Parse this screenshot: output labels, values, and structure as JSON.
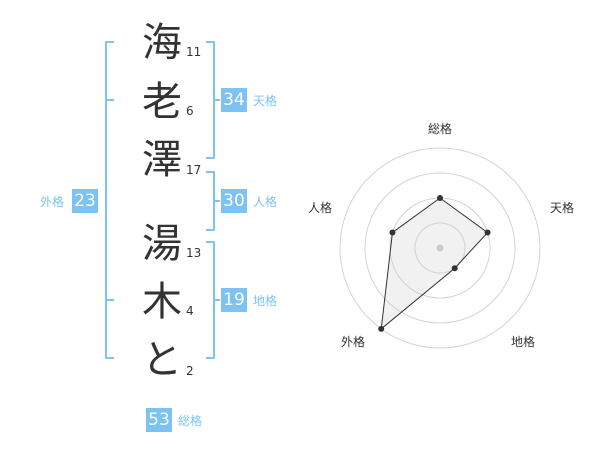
{
  "colors": {
    "accent": "#7cc3f2",
    "text": "#333333"
  },
  "name": {
    "characters": [
      {
        "char": "海",
        "strokes": "11"
      },
      {
        "char": "老",
        "strokes": "6"
      },
      {
        "char": "澤",
        "strokes": "17"
      },
      {
        "char": "湯",
        "strokes": "13"
      },
      {
        "char": "木",
        "strokes": "4"
      },
      {
        "char": "と",
        "strokes": "2"
      }
    ]
  },
  "fortunes": {
    "tenkaku": {
      "label": "天格",
      "value": "34"
    },
    "jinkaku": {
      "label": "人格",
      "value": "30"
    },
    "chikaku": {
      "label": "地格",
      "value": "19"
    },
    "gaikaku": {
      "label": "外格",
      "value": "23"
    },
    "soukaku": {
      "label": "総格",
      "value": "53"
    }
  },
  "chart_data": {
    "type": "radar",
    "axes": [
      "総格",
      "天格",
      "地格",
      "外格",
      "人格"
    ],
    "values": [
      2,
      2,
      1,
      4,
      2
    ],
    "rmax": 4,
    "rings": 4
  }
}
